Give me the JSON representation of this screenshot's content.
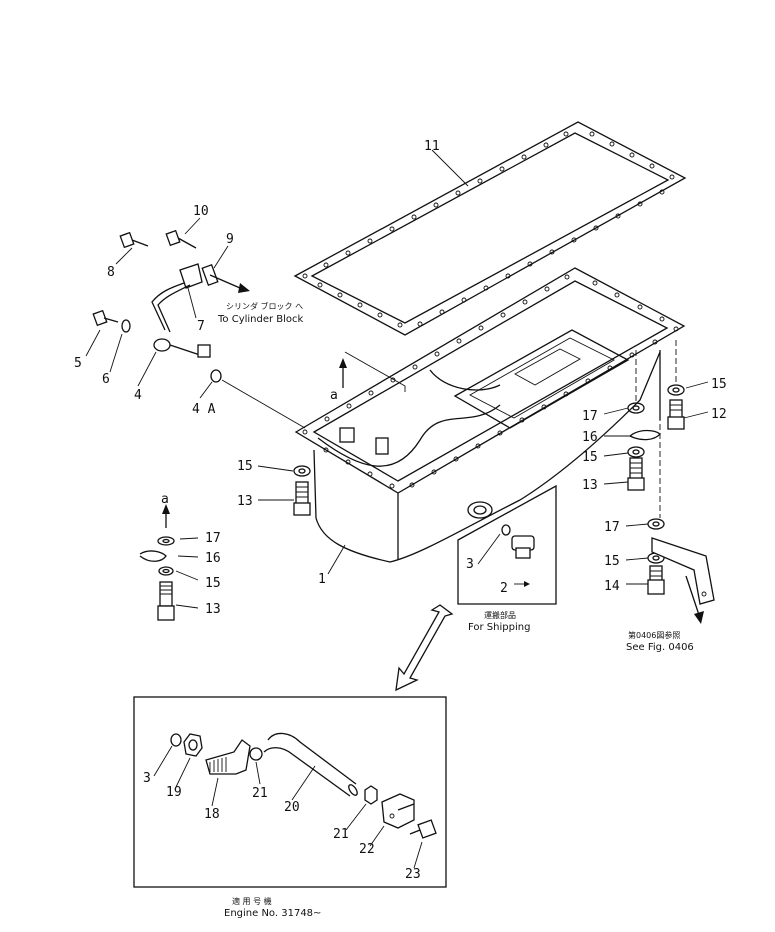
{
  "labels": {
    "p1": "1",
    "p2": "2",
    "p3": "3",
    "p3b": "3",
    "p4": "4",
    "p4a": "4 A",
    "p5": "5",
    "p6": "6",
    "p7": "7",
    "p8": "8",
    "p9": "9",
    "p10": "10",
    "p11": "11",
    "p12": "12",
    "p13a": "13",
    "p13b": "13",
    "p13c": "13",
    "p14": "14",
    "p15a": "15",
    "p15b": "15",
    "p15c": "15",
    "p15d": "15",
    "p15e": "15",
    "p16a": "16",
    "p16b": "16",
    "p17a": "17",
    "p17b": "17",
    "p17c": "17",
    "p18": "18",
    "p19": "19",
    "p20": "20",
    "p21a": "21",
    "p21b": "21",
    "p22": "22",
    "p23": "23",
    "a1": "a",
    "a2": "a"
  },
  "notes": {
    "cylinder_jp": "シリンダ ブロック へ",
    "cylinder_en": "To Cylinder Block",
    "shipping_jp": "運搬部品",
    "shipping_en": "For Shipping",
    "fig_jp": "第0406図参照",
    "fig_en": "See Fig. 0406",
    "engine_jp": "適 用 号 機",
    "engine_en": "Engine No. 31748~"
  }
}
